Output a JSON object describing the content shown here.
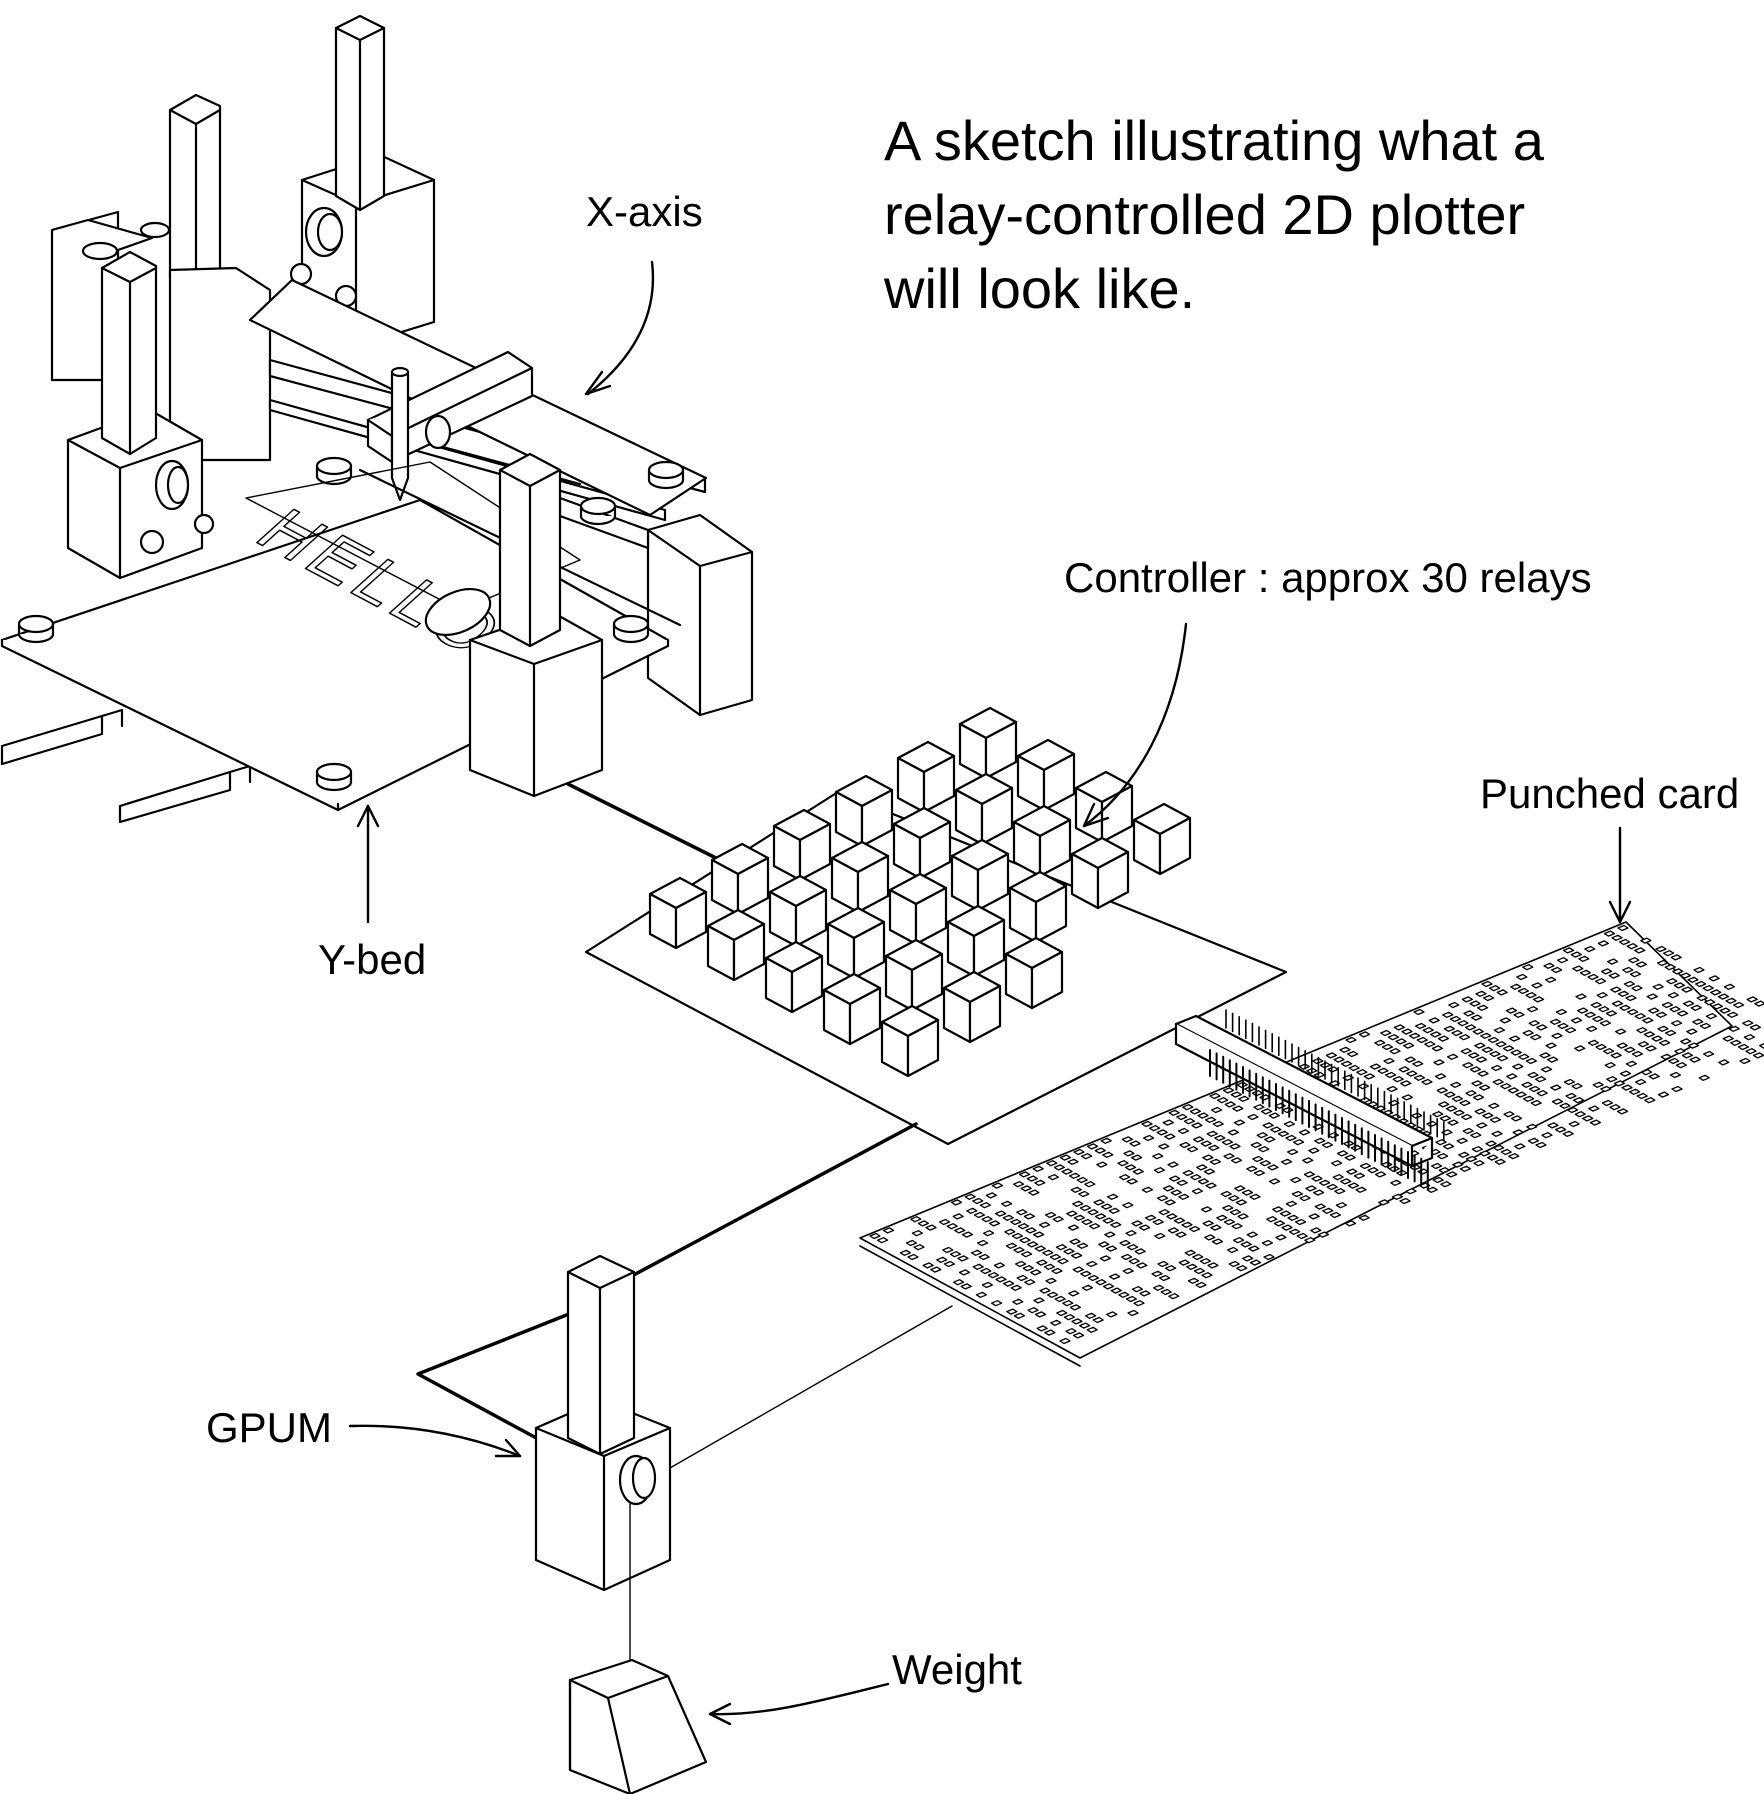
{
  "title_lines": [
    "A sketch illustrating what a",
    "relay-controlled 2D plotter",
    "will look like."
  ],
  "labels": {
    "x_axis": "X-axis",
    "y_bed": "Y-bed",
    "controller": "Controller : approx 30 relays",
    "punched_card": "Punched card",
    "gpum": "GPUM",
    "weight": "Weight"
  },
  "paper_text": "HELLO",
  "colors": {
    "ink": "#000000",
    "paper": "#ffffff"
  }
}
